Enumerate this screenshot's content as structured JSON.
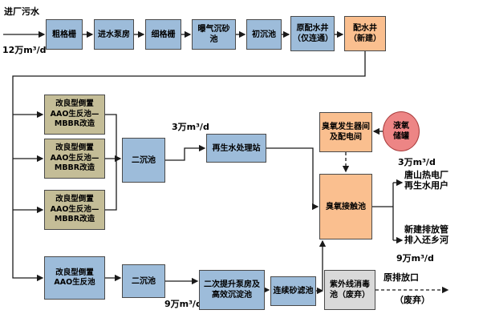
{
  "diagram": {
    "nodes": {
      "influent": {
        "label": "进厂污水"
      },
      "influent_flow": {
        "label": "12万m³/d"
      },
      "coarse_screen": {
        "label": "粗格栅"
      },
      "inlet_pump": {
        "label": "进水泵房"
      },
      "fine_screen": {
        "label": "细格栅"
      },
      "grit_chamber": {
        "label": "曝气沉砂池"
      },
      "primary_tank": {
        "label": "初沉池"
      },
      "old_well": {
        "label": "原配水井（仅连通）"
      },
      "new_well": {
        "label": "配水井（新建）"
      },
      "aao_mbbr_1": {
        "label": "改良型倒置AAO生反池—MBBR改造"
      },
      "aao_mbbr_2": {
        "label": "改良型倒置AAO生反池—MBBR改造"
      },
      "aao_mbbr_3": {
        "label": "改良型倒置AAO生反池—MBBR改造"
      },
      "aao_plain": {
        "label": "改良型倒置AAO生反池"
      },
      "secondary_upper": {
        "label": "二沉池"
      },
      "secondary_lower": {
        "label": "二沉池"
      },
      "reclaimed_station": {
        "label": "再生水处理站"
      },
      "reclaim_flow": {
        "label": "3万m³/d"
      },
      "ozone_generator": {
        "label": "臭氧发生器间及配电间"
      },
      "lox_tank": {
        "label": "液氧储罐"
      },
      "ozone_contact": {
        "label": "臭氧接触池"
      },
      "power_plant_flow": {
        "label": "3万m³/d"
      },
      "power_plant_user": {
        "label": "唐山热电厂再生水用户"
      },
      "river_outfall": {
        "label": "新建排放管排入还乡河"
      },
      "river_flow": {
        "label": "9万m³/d"
      },
      "lift_pump": {
        "label": "二次提升泵房及高效沉淀池"
      },
      "lift_flow": {
        "label": "9万m³/d"
      },
      "sand_filter": {
        "label": "连续砂滤池"
      },
      "uv_tank": {
        "label": "紫外线消毒池（废弃）"
      },
      "old_outlet": {
        "label": "原排放口"
      },
      "old_outlet_status": {
        "label": "（废弃）"
      }
    },
    "colors": {
      "process_blue": "#9dbcda",
      "mbbr_tan": "#c4bd97",
      "orange": "#fabf8f",
      "lox_red": "#ed8585",
      "disused_gray": "#d9d9d9",
      "line": "#1a1a1a"
    }
  }
}
